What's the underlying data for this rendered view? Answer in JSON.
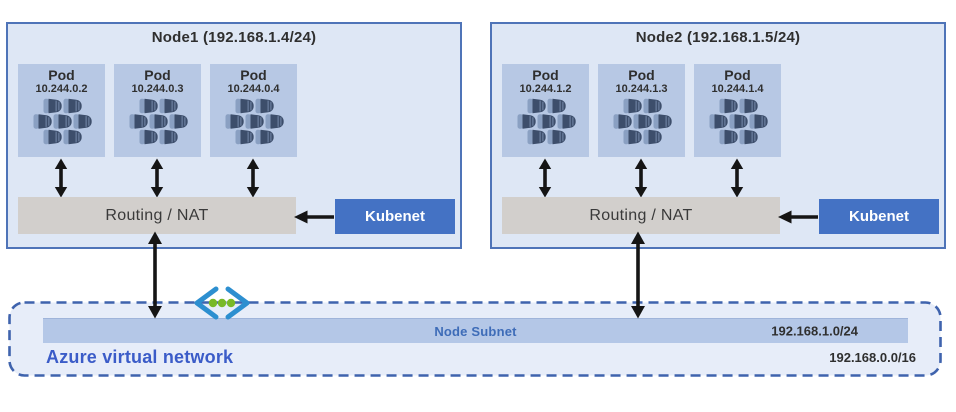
{
  "nodes": [
    {
      "title": "Node1 (192.168.1.4/24)",
      "routing_label": "Routing / NAT",
      "kubenet_label": "Kubenet",
      "pods": [
        {
          "label": "Pod",
          "ip": "10.244.0.2"
        },
        {
          "label": "Pod",
          "ip": "10.244.0.3"
        },
        {
          "label": "Pod",
          "ip": "10.244.0.4"
        }
      ]
    },
    {
      "title": "Node2 (192.168.1.5/24)",
      "routing_label": "Routing / NAT",
      "kubenet_label": "Kubenet",
      "pods": [
        {
          "label": "Pod",
          "ip": "10.244.1.2"
        },
        {
          "label": "Pod",
          "ip": "10.244.1.3"
        },
        {
          "label": "Pod",
          "ip": "10.244.1.4"
        }
      ]
    }
  ],
  "vnet": {
    "label": "Azure virtual network",
    "cidr": "192.168.0.0/16",
    "subnet": {
      "label": "Node Subnet",
      "cidr": "192.168.1.0/24"
    }
  },
  "icons": {
    "pod_cluster": "containers-cluster-icon",
    "pod_link": "double-arrow-icon",
    "node_link": "double-arrow-icon",
    "kubenet_link": "left-arrow-icon",
    "peering": "vnet-peering-icon"
  },
  "colors": {
    "node_fill": "#dee7f5",
    "node_border": "#4f74b8",
    "pod_fill": "#b7c8e4",
    "container_dark": "#3d4e6b",
    "container_light": "#8aa0c2",
    "routing_fill": "#d2cfcc",
    "routing_text": "#3a3a3a",
    "kubenet_fill": "#4472c4",
    "kubenet_text": "#ffffff",
    "vnet_fill": "#e7edf9",
    "vnet_border": "#3f63ad",
    "vnet_label": "#3b5cc8",
    "subnet_fill": "#b4c7e7",
    "subnet_label": "#3e6cb8",
    "text_dark": "#2f2f2f",
    "arrow": "#151515",
    "peering_bracket": "#2d8fd0",
    "peering_dot": "#79b928"
  }
}
